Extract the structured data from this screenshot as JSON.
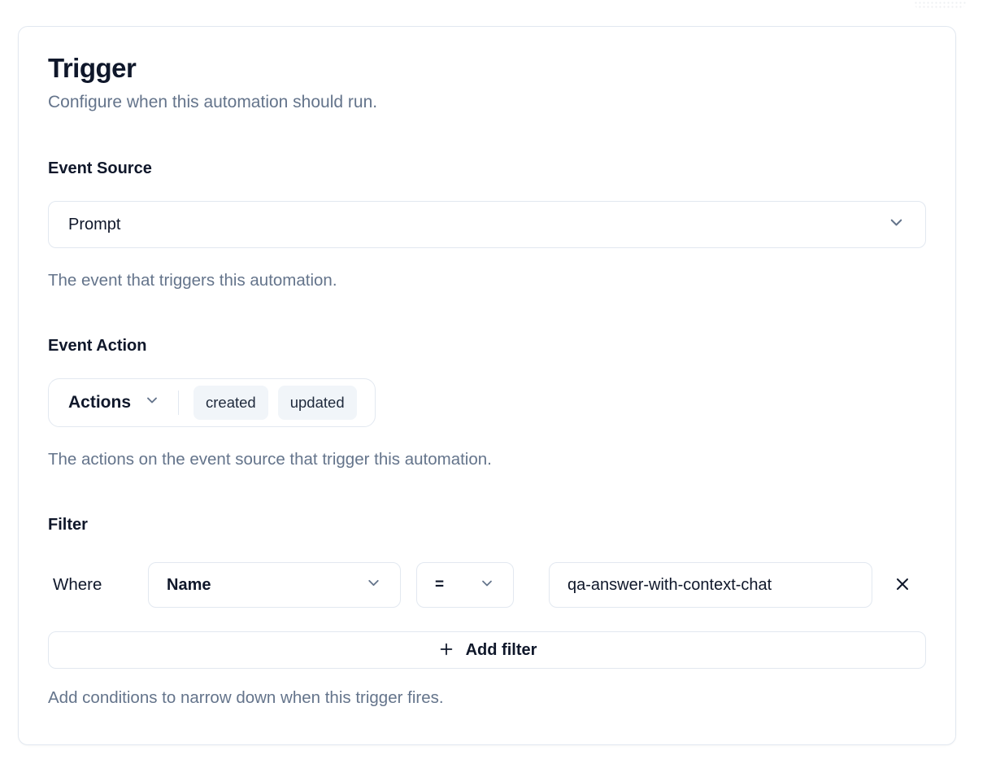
{
  "card": {
    "title": "Trigger",
    "subtitle": "Configure when this automation should run."
  },
  "event_source": {
    "label": "Event Source",
    "value": "Prompt",
    "helper": "The event that triggers this automation."
  },
  "event_action": {
    "label": "Event Action",
    "dropdown_label": "Actions",
    "chips": [
      "created",
      "updated"
    ],
    "helper": "The actions on the event source that trigger this automation."
  },
  "filter": {
    "label": "Filter",
    "where_label": "Where",
    "field_value": "Name",
    "operator_value": "=",
    "value": "qa-answer-with-context-chat",
    "add_label": "Add filter",
    "helper": "Add conditions to narrow down when this trigger fires."
  },
  "icons": {
    "chevron_down": "chevron-down",
    "plus": "plus",
    "close": "close"
  },
  "colors": {
    "border": "#e2e8f0",
    "text_dark": "#0f172a",
    "text_muted": "#64748b",
    "chip_bg": "#f1f5f9"
  }
}
